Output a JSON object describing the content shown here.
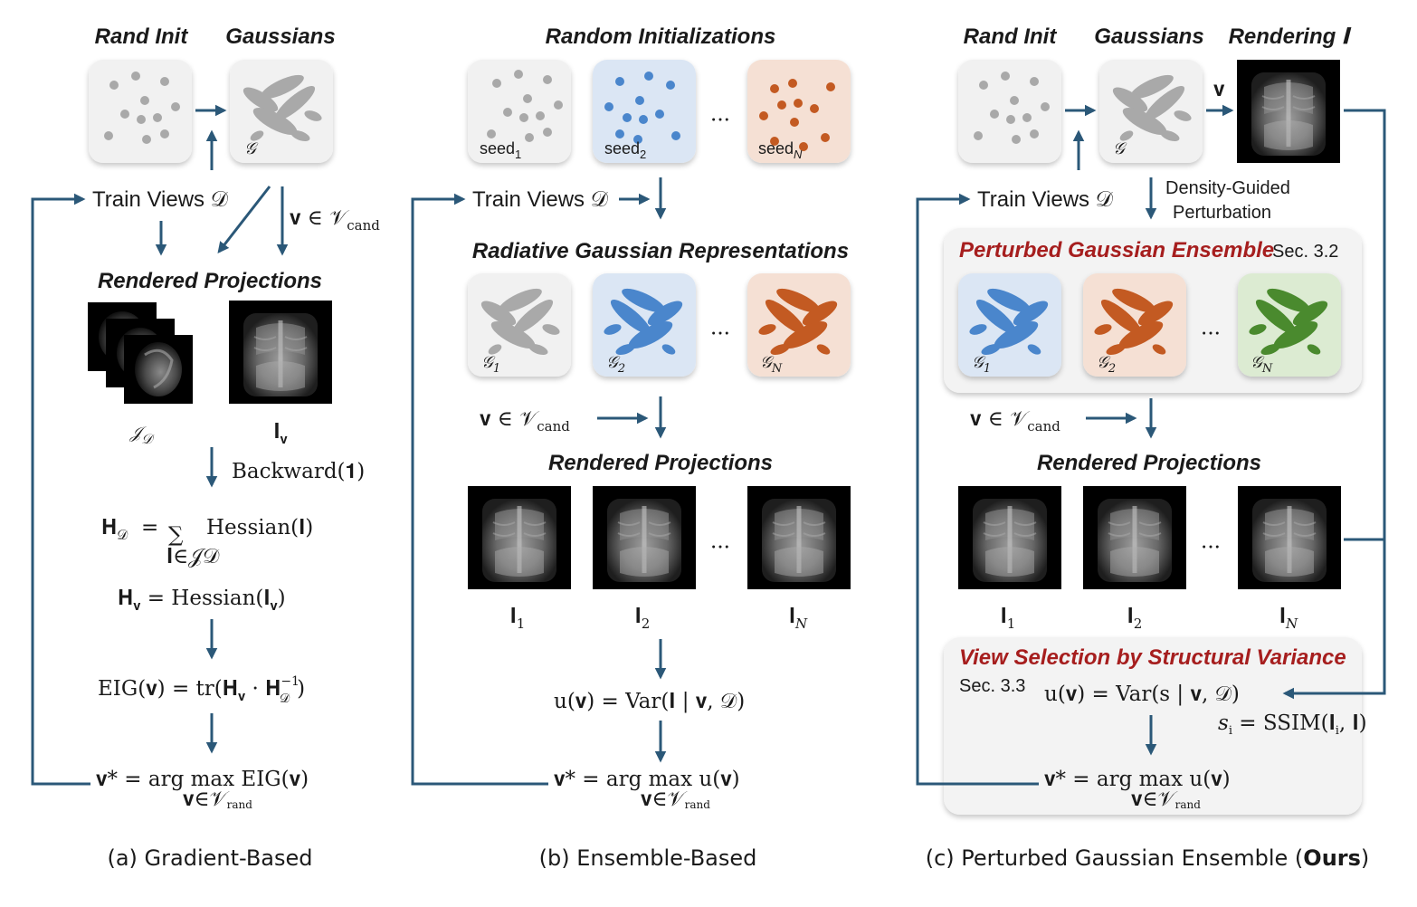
{
  "colors": {
    "arrow": "#2b5878",
    "gray_dot": "#a9a9a9",
    "blue": "#4a86cc",
    "orange": "#c35a22",
    "green": "#4a8a2e",
    "title_red": "#a61e1e"
  },
  "panel_a": {
    "rand_init": "Rand Init",
    "gaussians": "Gaussians",
    "g_label": "𝒢",
    "train_views": "Train Views 𝒟",
    "v_cand": "𝐯 ∈ 𝒱",
    "v_cand_sub": "cand",
    "rendered_projections": "Rendered Projections",
    "set_label": "𝒥",
    "set_sub": "𝒟",
    "iv_label": "𝐈",
    "iv_sub": "𝐯",
    "backward": "Backward(𝟏)",
    "hd_lhs": "𝐇",
    "hd_lhs_sub": "𝒟",
    "hd_eq": "=",
    "hd_sum": "∑",
    "hd_sum_sub": "𝐈∈𝒥𝒟",
    "hd_rhs": "Hessian(𝐈)",
    "hv": "𝐇",
    "hv_sub": "𝐯",
    "hv_rhs": "= Hessian(𝐈",
    "hv_rhs_sub": "𝐯",
    "hv_close": ")",
    "eig": "EIG(𝐯) = tr(𝐇",
    "eig_sub_v": "𝐯",
    "eig_mid": " · 𝐇",
    "eig_sup": "−1",
    "eig_sub_d": "𝒟",
    "eig_close": ")",
    "vstar": "𝐯* = arg max EIG(𝐯)",
    "vstar_sub": "𝐯∈𝒱",
    "vstar_sub2": "rand",
    "caption": "(a) Gradient-Based"
  },
  "panel_b": {
    "random_initializations": "Random Initializations",
    "seed1": "seed",
    "seed1_sub": "1",
    "seed2": "seed",
    "seed2_sub": "2",
    "seedN": "seed",
    "seedN_sub": "N",
    "train_views": "Train Views 𝒟",
    "radiative": "Radiative Gaussian Representations",
    "g1": "𝒢",
    "g1_sub": "1",
    "g2": "𝒢",
    "g2_sub": "2",
    "gN": "𝒢",
    "gN_sub": "N",
    "v_cand": "𝐯 ∈ 𝒱",
    "v_cand_sub": "cand",
    "rendered_projections": "Rendered Projections",
    "i1": "𝐈",
    "i1_sub": "1",
    "i2": "𝐈",
    "i2_sub": "2",
    "iN": "𝐈",
    "iN_sub": "N",
    "uv": "u(𝐯) = Var(𝐈 | 𝐯, 𝒟)",
    "vstar": "𝐯* = arg max u(𝐯)",
    "vstar_sub": "𝐯∈𝒱",
    "vstar_sub2": "rand",
    "dots": "···",
    "caption": "(b) Ensemble-Based"
  },
  "panel_c": {
    "rand_init": "Rand Init",
    "gaussians": "Gaussians",
    "rendering": "Rendering 𝐈",
    "v": "𝐯",
    "g_label": "𝒢",
    "train_views": "Train Views 𝒟",
    "density1": "Density-Guided",
    "density2": "Perturbation",
    "pge_title": "Perturbed Gaussian Ensemble",
    "pge_sec": "Sec. 3.2",
    "g1": "𝒢",
    "g1_sub": "1",
    "g2": "𝒢",
    "g2_sub": "2",
    "gN": "𝒢",
    "gN_sub": "N",
    "v_cand": "𝐯 ∈ 𝒱",
    "v_cand_sub": "cand",
    "rendered_projections": "Rendered Projections",
    "i1": "𝐈",
    "i1_sub": "1",
    "i2": "𝐈",
    "i2_sub": "2",
    "iN": "𝐈",
    "iN_sub": "N",
    "vs_title": "View Selection by Structural Variance",
    "vs_sec": "Sec. 3.3",
    "uv": "u(𝐯) = Var(s | 𝐯, 𝒟)",
    "si": "s",
    "si_sub": "i",
    "si_rhs": " = SSIM(𝐈",
    "si_rhs_sub": "i",
    "si_close": ", 𝐈)",
    "vstar": "𝐯* = arg max u(𝐯)",
    "vstar_sub": "𝐯∈𝒱",
    "vstar_sub2": "rand",
    "dots": "···",
    "caption_pre": "(c) Perturbed Gaussian Ensemble (",
    "caption_bold": "Ours",
    "caption_post": ")"
  }
}
